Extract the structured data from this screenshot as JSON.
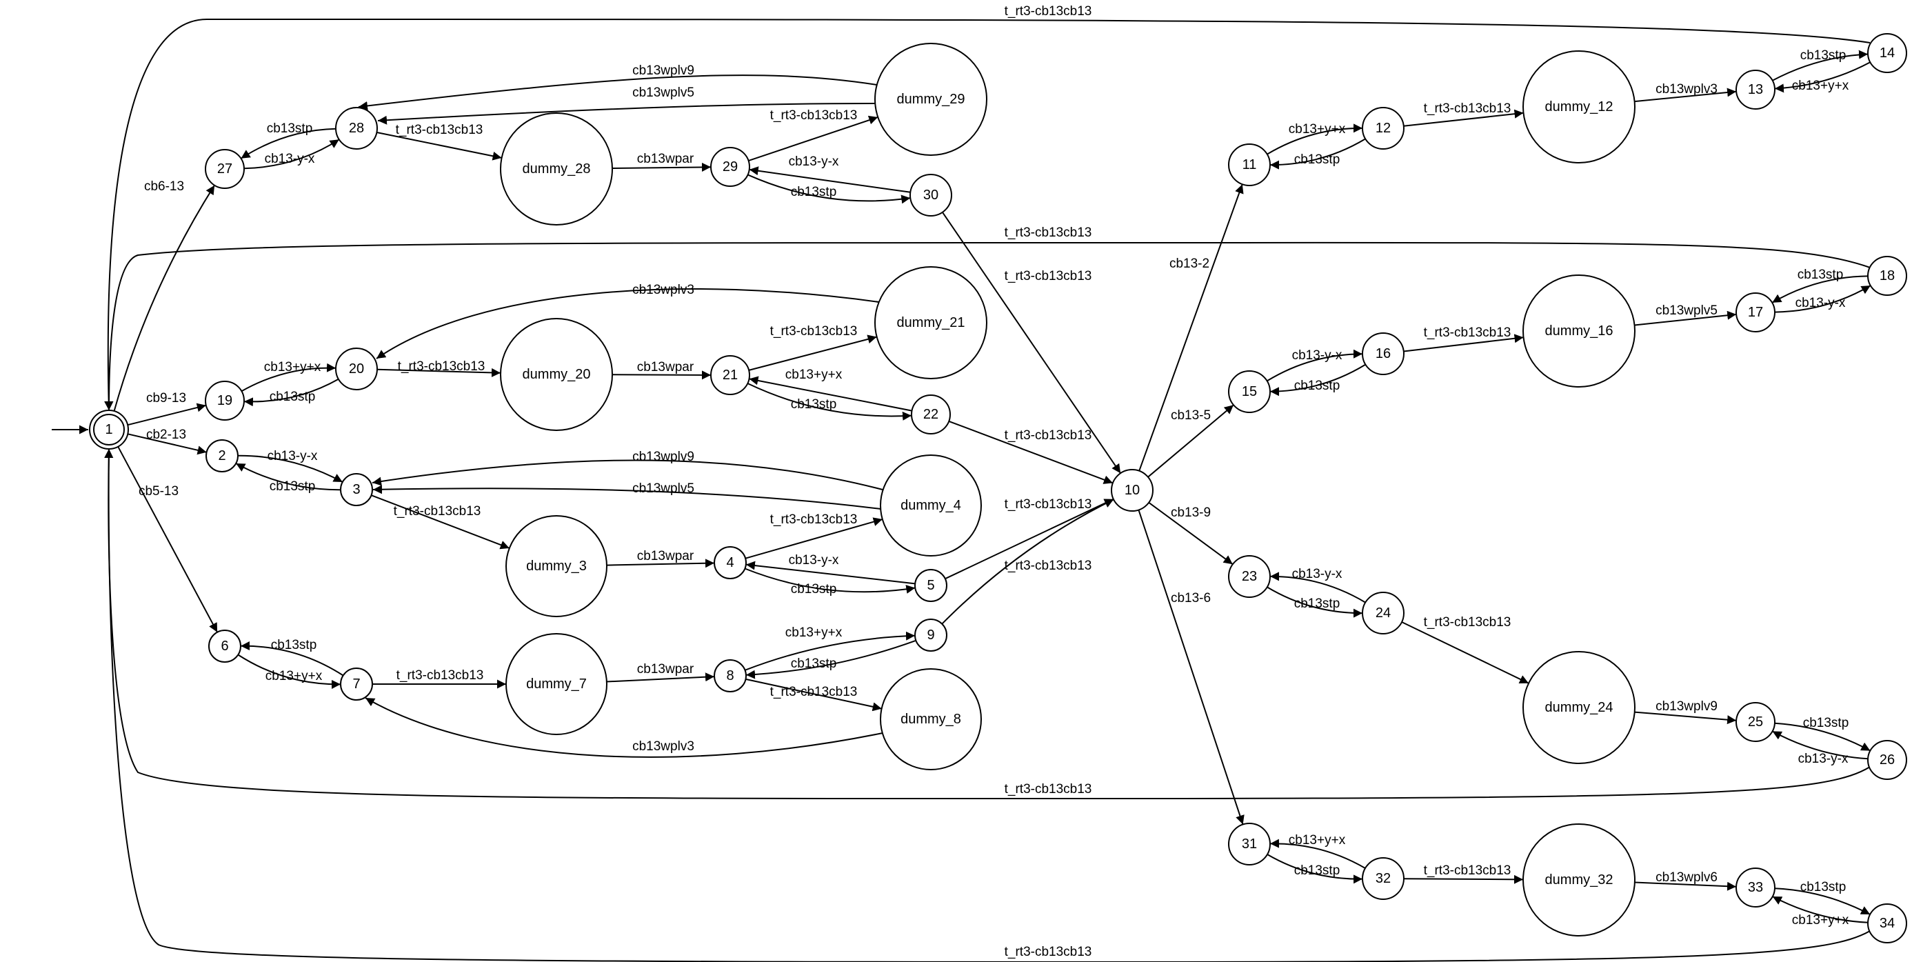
{
  "diagram": {
    "type": "state-machine",
    "initial": "1",
    "nodes": [
      {
        "id": "1",
        "label": "1"
      },
      {
        "id": "2",
        "label": "2"
      },
      {
        "id": "3",
        "label": "3"
      },
      {
        "id": "4",
        "label": "4"
      },
      {
        "id": "5",
        "label": "5"
      },
      {
        "id": "6",
        "label": "6"
      },
      {
        "id": "7",
        "label": "7"
      },
      {
        "id": "8",
        "label": "8"
      },
      {
        "id": "9",
        "label": "9"
      },
      {
        "id": "10",
        "label": "10"
      },
      {
        "id": "11",
        "label": "11"
      },
      {
        "id": "12",
        "label": "12"
      },
      {
        "id": "13",
        "label": "13"
      },
      {
        "id": "14",
        "label": "14"
      },
      {
        "id": "15",
        "label": "15"
      },
      {
        "id": "16",
        "label": "16"
      },
      {
        "id": "17",
        "label": "17"
      },
      {
        "id": "18",
        "label": "18"
      },
      {
        "id": "19",
        "label": "19"
      },
      {
        "id": "20",
        "label": "20"
      },
      {
        "id": "21",
        "label": "21"
      },
      {
        "id": "22",
        "label": "22"
      },
      {
        "id": "23",
        "label": "23"
      },
      {
        "id": "24",
        "label": "24"
      },
      {
        "id": "25",
        "label": "25"
      },
      {
        "id": "26",
        "label": "26"
      },
      {
        "id": "27",
        "label": "27"
      },
      {
        "id": "28",
        "label": "28"
      },
      {
        "id": "29",
        "label": "29"
      },
      {
        "id": "30",
        "label": "30"
      },
      {
        "id": "31",
        "label": "31"
      },
      {
        "id": "32",
        "label": "32"
      },
      {
        "id": "33",
        "label": "33"
      },
      {
        "id": "34",
        "label": "34"
      },
      {
        "id": "dummy_3",
        "label": "dummy_3"
      },
      {
        "id": "dummy_4",
        "label": "dummy_4"
      },
      {
        "id": "dummy_7",
        "label": "dummy_7"
      },
      {
        "id": "dummy_8",
        "label": "dummy_8"
      },
      {
        "id": "dummy_12",
        "label": "dummy_12"
      },
      {
        "id": "dummy_16",
        "label": "dummy_16"
      },
      {
        "id": "dummy_20",
        "label": "dummy_20"
      },
      {
        "id": "dummy_21",
        "label": "dummy_21"
      },
      {
        "id": "dummy_24",
        "label": "dummy_24"
      },
      {
        "id": "dummy_28",
        "label": "dummy_28"
      },
      {
        "id": "dummy_29",
        "label": "dummy_29"
      },
      {
        "id": "dummy_32",
        "label": "dummy_32"
      }
    ],
    "edges": [
      {
        "from": "1",
        "to": "27",
        "label": "cb6-13"
      },
      {
        "from": "1",
        "to": "19",
        "label": "cb9-13"
      },
      {
        "from": "1",
        "to": "2",
        "label": "cb2-13"
      },
      {
        "from": "1",
        "to": "6",
        "label": "cb5-13"
      },
      {
        "from": "27",
        "to": "28",
        "label": "cb13-y-x"
      },
      {
        "from": "28",
        "to": "27",
        "label": "cb13stp"
      },
      {
        "from": "28",
        "to": "dummy_28",
        "label": "t_rt3-cb13cb13"
      },
      {
        "from": "dummy_28",
        "to": "29",
        "label": "cb13wpar"
      },
      {
        "from": "29",
        "to": "dummy_29",
        "label": "t_rt3-cb13cb13"
      },
      {
        "from": "dummy_29",
        "to": "28",
        "label": "cb13wplv9"
      },
      {
        "from": "dummy_29",
        "to": "28",
        "label": "cb13wplv5"
      },
      {
        "from": "29",
        "to": "30",
        "label": "cb13stp"
      },
      {
        "from": "30",
        "to": "29",
        "label": "cb13-y-x"
      },
      {
        "from": "30",
        "to": "10",
        "label": "t_rt3-cb13cb13"
      },
      {
        "from": "19",
        "to": "20",
        "label": "cb13+y+x"
      },
      {
        "from": "20",
        "to": "19",
        "label": "cb13stp"
      },
      {
        "from": "20",
        "to": "dummy_20",
        "label": "t_rt3-cb13cb13"
      },
      {
        "from": "dummy_20",
        "to": "21",
        "label": "cb13wpar"
      },
      {
        "from": "21",
        "to": "dummy_21",
        "label": "t_rt3-cb13cb13"
      },
      {
        "from": "dummy_21",
        "to": "20",
        "label": "cb13wplv3"
      },
      {
        "from": "21",
        "to": "22",
        "label": "cb13stp"
      },
      {
        "from": "22",
        "to": "21",
        "label": "cb13+y+x"
      },
      {
        "from": "22",
        "to": "10",
        "label": "t_rt3-cb13cb13"
      },
      {
        "from": "2",
        "to": "3",
        "label": "cb13-y-x"
      },
      {
        "from": "3",
        "to": "2",
        "label": "cb13stp"
      },
      {
        "from": "3",
        "to": "dummy_3",
        "label": "t_rt3-cb13cb13"
      },
      {
        "from": "dummy_3",
        "to": "4",
        "label": "cb13wpar"
      },
      {
        "from": "4",
        "to": "dummy_4",
        "label": "t_rt3-cb13cb13"
      },
      {
        "from": "dummy_4",
        "to": "3",
        "label": "cb13wplv9"
      },
      {
        "from": "dummy_4",
        "to": "3",
        "label": "cb13wplv5"
      },
      {
        "from": "4",
        "to": "5",
        "label": "cb13stp"
      },
      {
        "from": "5",
        "to": "4",
        "label": "cb13-y-x"
      },
      {
        "from": "5",
        "to": "10",
        "label": "t_rt3-cb13cb13"
      },
      {
        "from": "6",
        "to": "7",
        "label": "cb13+y+x"
      },
      {
        "from": "7",
        "to": "6",
        "label": "cb13stp"
      },
      {
        "from": "7",
        "to": "dummy_7",
        "label": "t_rt3-cb13cb13"
      },
      {
        "from": "dummy_7",
        "to": "8",
        "label": "cb13wpar"
      },
      {
        "from": "8",
        "to": "dummy_8",
        "label": "t_rt3-cb13cb13"
      },
      {
        "from": "dummy_8",
        "to": "7",
        "label": "cb13wplv3"
      },
      {
        "from": "8",
        "to": "9",
        "label": "cb13stp"
      },
      {
        "from": "9",
        "to": "8",
        "label": "cb13+y+x"
      },
      {
        "from": "9",
        "to": "10",
        "label": "t_rt3-cb13cb13"
      },
      {
        "from": "10",
        "to": "11",
        "label": "cb13-2"
      },
      {
        "from": "10",
        "to": "15",
        "label": "cb13-5"
      },
      {
        "from": "10",
        "to": "23",
        "label": "cb13-9"
      },
      {
        "from": "10",
        "to": "31",
        "label": "cb13-6"
      },
      {
        "from": "11",
        "to": "12",
        "label": "cb13+y+x"
      },
      {
        "from": "12",
        "to": "11",
        "label": "cb13stp"
      },
      {
        "from": "12",
        "to": "dummy_12",
        "label": "t_rt3-cb13cb13"
      },
      {
        "from": "dummy_12",
        "to": "13",
        "label": "cb13wplv3"
      },
      {
        "from": "13",
        "to": "14",
        "label": "cb13stp"
      },
      {
        "from": "14",
        "to": "13",
        "label": "cb13+y+x"
      },
      {
        "from": "14",
        "to": "1",
        "label": "t_rt3-cb13cb13"
      },
      {
        "from": "15",
        "to": "16",
        "label": "cb13-y-x"
      },
      {
        "from": "16",
        "to": "15",
        "label": "cb13stp"
      },
      {
        "from": "16",
        "to": "dummy_16",
        "label": "t_rt3-cb13cb13"
      },
      {
        "from": "dummy_16",
        "to": "17",
        "label": "cb13wplv5"
      },
      {
        "from": "17",
        "to": "18",
        "label": "cb13stp"
      },
      {
        "from": "18",
        "to": "17",
        "label": "cb13-y-x"
      },
      {
        "from": "18",
        "to": "1",
        "label": "t_rt3-cb13cb13"
      },
      {
        "from": "23",
        "to": "24",
        "label": "cb13-y-x"
      },
      {
        "from": "24",
        "to": "23",
        "label": "cb13stp"
      },
      {
        "from": "24",
        "to": "dummy_24",
        "label": "t_rt3-cb13cb13"
      },
      {
        "from": "dummy_24",
        "to": "25",
        "label": "cb13wplv9"
      },
      {
        "from": "25",
        "to": "26",
        "label": "cb13stp"
      },
      {
        "from": "26",
        "to": "25",
        "label": "cb13-y-x"
      },
      {
        "from": "26",
        "to": "1",
        "label": "t_rt3-cb13cb13"
      },
      {
        "from": "31",
        "to": "32",
        "label": "cb13+y+x"
      },
      {
        "from": "32",
        "to": "31",
        "label": "cb13stp"
      },
      {
        "from": "32",
        "to": "dummy_32",
        "label": "t_rt3-cb13cb13"
      },
      {
        "from": "dummy_32",
        "to": "33",
        "label": "cb13wplv6"
      },
      {
        "from": "33",
        "to": "34",
        "label": "cb13stp"
      },
      {
        "from": "34",
        "to": "33",
        "label": "cb13+y+x"
      },
      {
        "from": "34",
        "to": "1",
        "label": "t_rt3-cb13cb13"
      }
    ]
  }
}
